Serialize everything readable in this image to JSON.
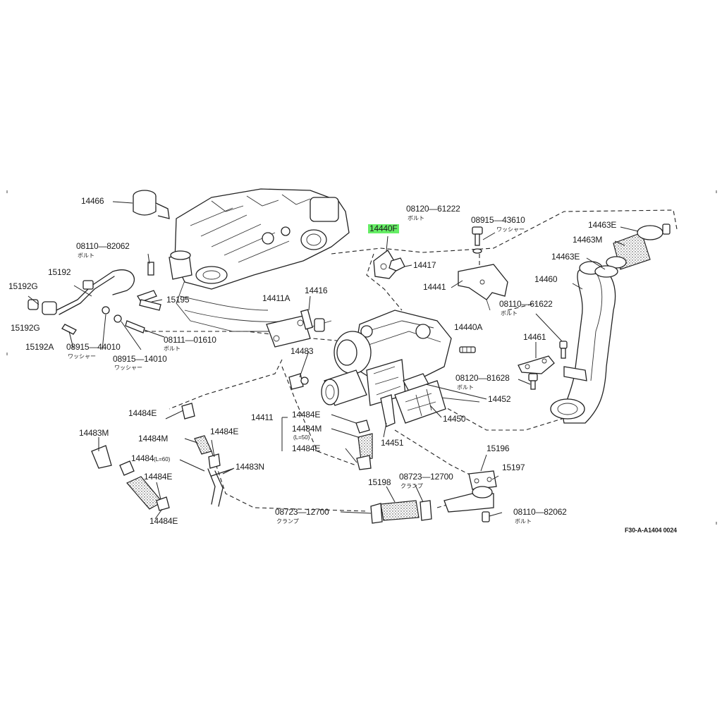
{
  "labels": {
    "l14466": "14466",
    "l08110_82062_top": "08110—82062",
    "l15192": "15192",
    "l15192G_a": "15192G",
    "l15192G_b": "15192G",
    "l15192A": "15192A",
    "l08915_44010": "08915—44010",
    "l08915_14010": "08915—14010",
    "l08111_01610": "08111—01610",
    "l15195": "15195",
    "l14411A": "14411A",
    "l14416": "14416",
    "l14483": "14483",
    "l14411": "14411",
    "l14484E_mid": "14484E",
    "l14484M_mid": "14484M",
    "l14484E_mid2": "14484E",
    "l14484E_left": "14484E",
    "l14483M": "14483M",
    "l14484M_left": "14484M",
    "l14484E_left2": "14484E",
    "l14484_left": "14484",
    "l14484E_left3": "14484E",
    "l14484E_bottom": "14484E",
    "l14483N": "14483N",
    "l08723_12700_bl": "08723—12700",
    "l15198": "15198",
    "l08723_12700_br": "08723—12700",
    "l15196": "15196",
    "l15197": "15197",
    "l08110_82062_bottom": "08110—82062",
    "l14440F": "14440F",
    "l08120_61222": "08120—61222",
    "l08915_43610": "08915—43610",
    "l14417": "14417",
    "l14441": "14441",
    "l14440A": "14440A",
    "l08120_81628": "08120—81628",
    "l14452": "14452",
    "l14450": "14450",
    "l14451": "14451",
    "l14461": "14461",
    "l08110_61622": "08110—61622",
    "l14460": "14460",
    "l14463E_a": "14463E",
    "l14463M": "14463M",
    "l14463E_b": "14463E",
    "ref_code": "F30-A-A1404 0024"
  },
  "sublabels": {
    "s_bolt_top": "ボルト",
    "s_washer_44010": "ワッシャー",
    "s_washer_14010": "ワッシャー",
    "s_bolt_01610": "ボルト",
    "s_bolt_61222": "ボルト",
    "s_washer_43610": "ワッシャー",
    "s_bolt_61622": "ボルト",
    "s_bolt_81628": "ボルト",
    "s_clamp_bl": "クランプ",
    "s_clamp_br": "クランプ",
    "s_bolt_bottom": "ボルト",
    "s_l60": "(L=60)",
    "s_l50": "(L=50)"
  },
  "highlight_color": "#66ee66"
}
